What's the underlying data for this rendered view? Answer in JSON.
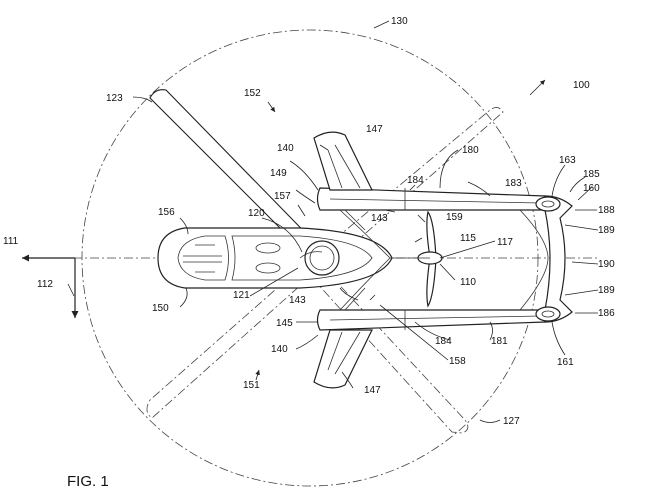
{
  "figure": {
    "caption": "FIG. 1",
    "labels": {
      "l100": "100",
      "l110": "110",
      "l111": "111",
      "l112": "112",
      "l115": "115",
      "l117": "117",
      "l120": "120",
      "l121": "121",
      "l123": "123",
      "l127": "127",
      "l130": "130",
      "l140a": "140",
      "l140b": "140",
      "l143a": "143",
      "l143b": "143",
      "l145": "145",
      "l147a": "147",
      "l147b": "147",
      "l149": "149",
      "l150": "150",
      "l151": "151",
      "l152": "152",
      "l156": "156",
      "l157": "157",
      "l158": "158",
      "l159": "159",
      "l160": "160",
      "l161": "161",
      "l163": "163",
      "l180": "180",
      "l181": "181",
      "l183": "183",
      "l184a": "184",
      "l184b": "184",
      "l185": "185",
      "l186": "186",
      "l188": "188",
      "l189a": "189",
      "l189b": "189",
      "l190": "190"
    }
  }
}
